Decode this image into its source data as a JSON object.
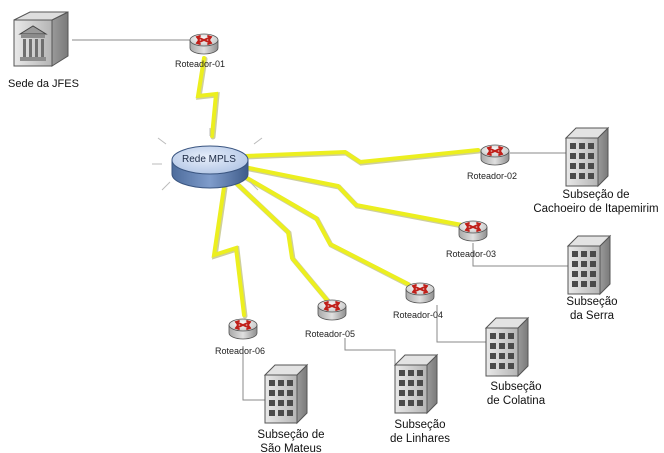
{
  "hq": {
    "label": "Sede da JFES"
  },
  "cloud": {
    "label": "Rede MPLS"
  },
  "routers": [
    {
      "id": "r1",
      "label": "Roteador-01"
    },
    {
      "id": "r2",
      "label": "Roteador-02"
    },
    {
      "id": "r3",
      "label": "Roteador-03"
    },
    {
      "id": "r4",
      "label": "Roteador-04"
    },
    {
      "id": "r5",
      "label": "Roteador-05"
    },
    {
      "id": "r6",
      "label": "Roteador-06"
    }
  ],
  "sites": [
    {
      "id": "s2",
      "line1": "Subseção de",
      "line2": "Cachoeiro de Itapemirim"
    },
    {
      "id": "s3",
      "line1": "Subseção",
      "line2": "da Serra"
    },
    {
      "id": "s4",
      "line1": "Subseção",
      "line2": "de Colatina"
    },
    {
      "id": "s5",
      "line1": "Subseção",
      "line2": "de Linhares"
    },
    {
      "id": "s6",
      "line1": "Subseção de",
      "line2": "São Mateus"
    }
  ],
  "colors": {
    "wan_link": "#e8ec1a",
    "wan_link_shadow": "#b9bd3a",
    "router_body": "#dcdcdc",
    "router_arrows": "#c0201a",
    "cloud_top": "#c8d7ee",
    "cloud_side": "#5f7fae",
    "building": "#cfcfcf",
    "lan_line": "#808080"
  }
}
